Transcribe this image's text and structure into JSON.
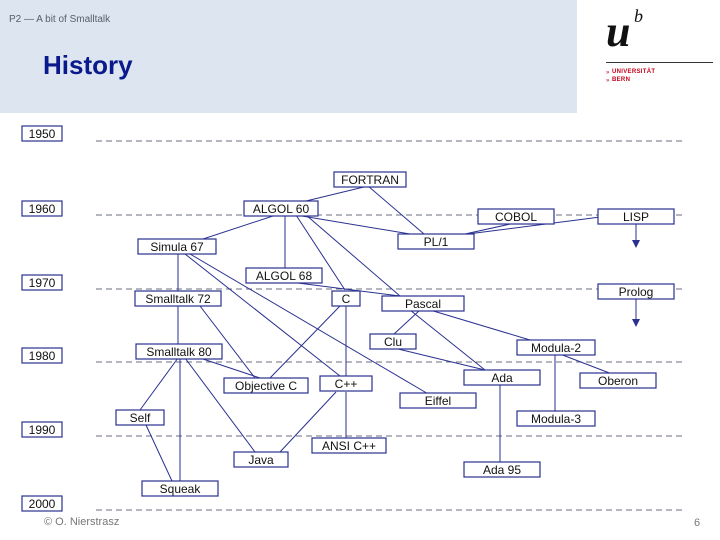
{
  "header": {
    "course": "P2 — A bit of Smalltalk",
    "title": "History"
  },
  "logo": {
    "u": "u",
    "b": "b",
    "line1": "UNIVERSITÄT",
    "line2": "BERN"
  },
  "years": [
    "1950",
    "1960",
    "1970",
    "1980",
    "1990",
    "2000"
  ],
  "languages": [
    "FORTRAN",
    "ALGOL 60",
    "COBOL",
    "LISP",
    "Simula 67",
    "PL/1",
    "ALGOL 68",
    "Smalltalk 72",
    "C",
    "Pascal",
    "Prolog",
    "Clu",
    "Smalltalk 80",
    "Modula-2",
    "Objective C",
    "C++",
    "Ada",
    "Oberon",
    "Eiffel",
    "Self",
    "Modula-3",
    "ANSI C++",
    "Java",
    "Ada 95",
    "Squeak"
  ],
  "footer": {
    "copyright": "© O. Nierstrasz",
    "page": "6"
  },
  "colors": {
    "header_bg": "#dde6f0",
    "title": "#0a1a8c",
    "edge": "#2a3190"
  }
}
